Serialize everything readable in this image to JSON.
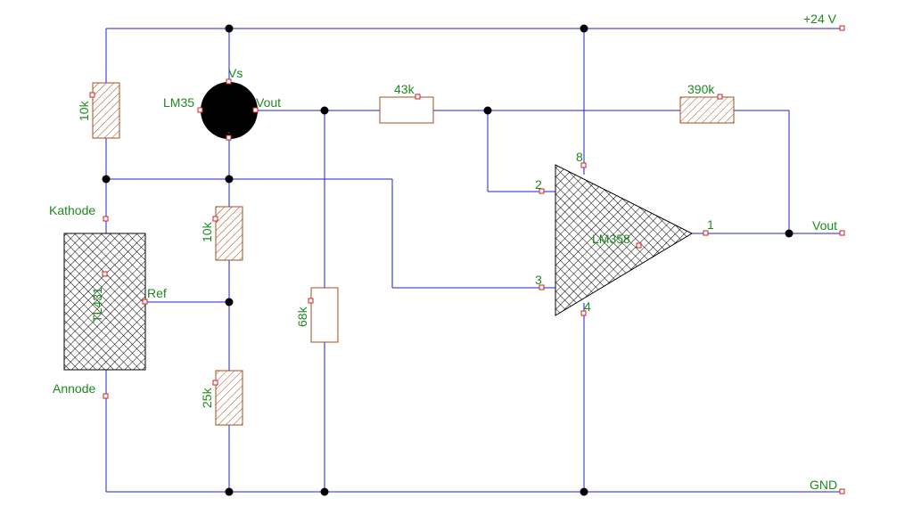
{
  "labels": {
    "vcc": "+24 V",
    "gnd": "GND",
    "vout_right": "Vout",
    "lm35": "LM35",
    "lm35_vs": "Vs",
    "lm35_vout": "Vout",
    "lm35_minus": "-",
    "r_top_left": "10k",
    "r_mid": "10k",
    "r_bottom": "25k",
    "r_68k": "68k",
    "r_43k": "43k",
    "r_390k": "390k",
    "tl431": "TL431",
    "tl431_ref": "Ref",
    "tl431_kathode": "Kathode",
    "tl431_annode": "Annode",
    "opamp": "LM358",
    "pin1": "1",
    "pin2": "2",
    "pin3": "3",
    "pin4": "4",
    "pin8": "8"
  },
  "colors": {
    "wire": "#2020d0",
    "label": "#1e8a1e",
    "resistor": "#a05020",
    "pin": "#d02020"
  }
}
